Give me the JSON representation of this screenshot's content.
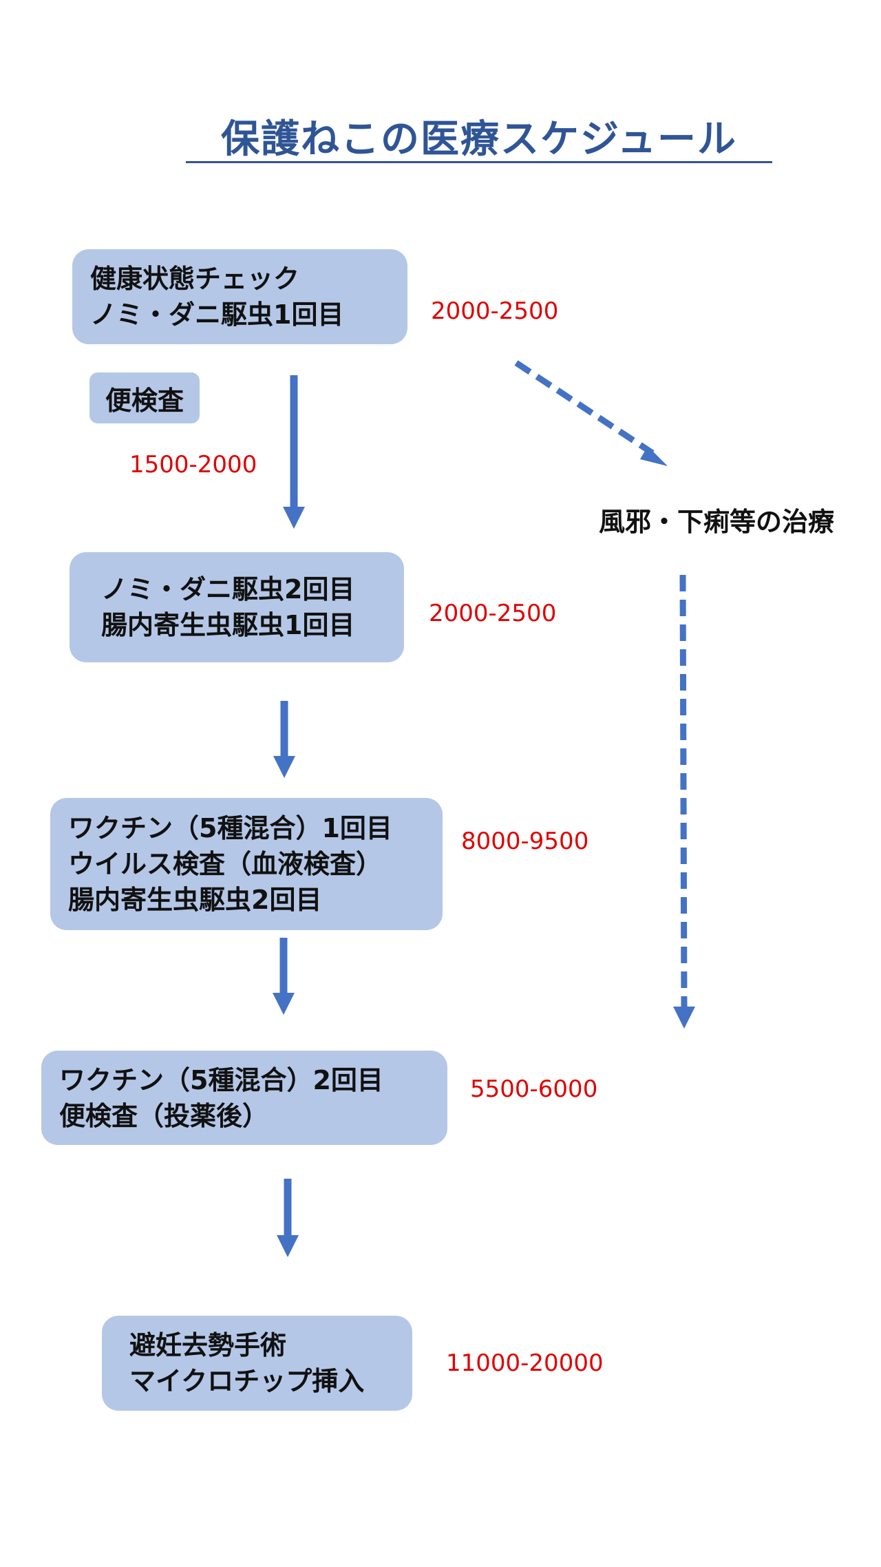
{
  "title": "保護ねこの医療スケジュール",
  "colors": {
    "title": "#2f5597",
    "box_fill": "#b4c7e7",
    "arrow": "#4472c4",
    "cost_text": "#e00000",
    "text": "#111111"
  },
  "steps": [
    {
      "lines": [
        "健康状態チェック",
        "ノミ・ダニ駆虫1回目"
      ],
      "cost": "2000-2500"
    },
    {
      "lines": [
        "ノミ・ダニ駆虫2回目",
        "腸内寄生虫駆虫1回目"
      ],
      "cost": "2000-2500"
    },
    {
      "lines": [
        "ワクチン（5種混合）1回目",
        "ウイルス検査（血液検査）",
        "腸内寄生虫駆虫2回目"
      ],
      "cost": "8000-9500"
    },
    {
      "lines": [
        "ワクチン（5種混合）2回目",
        "便検査（投薬後）"
      ],
      "cost": "5500-6000"
    },
    {
      "lines": [
        "避妊去勢手術",
        "マイクロチップ挿入"
      ],
      "cost": "11000-20000"
    }
  ],
  "stool_test": {
    "label": "便検査",
    "cost": "1500-2000"
  },
  "side_treatment": {
    "label": "風邪・下痢等の治療"
  }
}
